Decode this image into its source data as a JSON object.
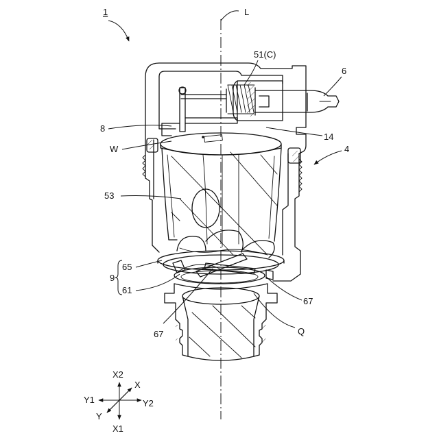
{
  "figure": {
    "assembly_label": "1",
    "centerline_label": "L",
    "labels": {
      "l6": "6",
      "l51": "51(C)",
      "l8": "8",
      "l14": "14",
      "lW": "W",
      "l4": "4",
      "l53": "53",
      "l9": "9",
      "l65": "65",
      "l61": "61",
      "l67a": "67",
      "l67b": "67",
      "lQ": "Q"
    },
    "axes": {
      "x2": "X2",
      "x": "X",
      "y1": "Y1",
      "y2": "Y2",
      "y": "Y",
      "x1": "X1"
    }
  }
}
